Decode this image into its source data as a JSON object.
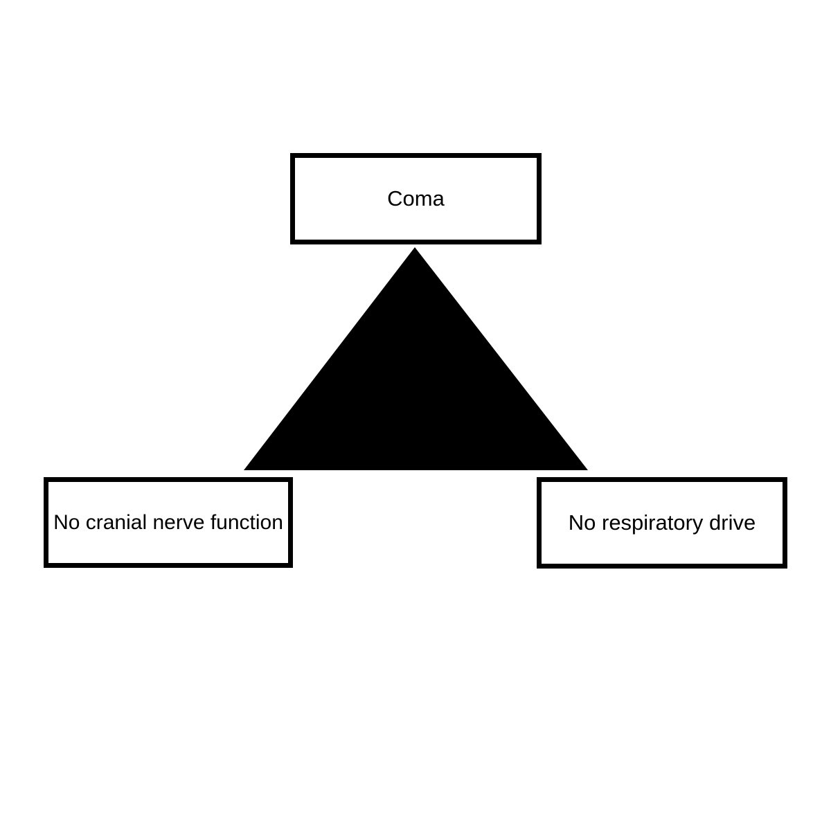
{
  "diagram": {
    "nodes": {
      "top": {
        "label": "Coma"
      },
      "bottom_left": {
        "label": "No cranial nerve function"
      },
      "bottom_right": {
        "label": "No respiratory drive"
      }
    },
    "triangle": {
      "fill": "#000000"
    },
    "colors": {
      "background": "#ffffff",
      "box_border": "#000000",
      "text": "#000000"
    }
  }
}
